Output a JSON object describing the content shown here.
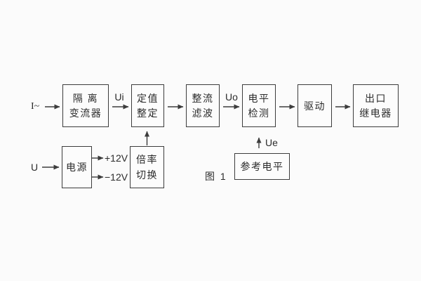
{
  "figure": {
    "caption": "图 1",
    "background_color": "#fbfbfb",
    "line_color": "#3c3c3c",
    "text_color": "#2b2b2b"
  },
  "signals": {
    "input_current": "I~",
    "input_voltage": "U",
    "ui": "Ui",
    "uo": "Uo",
    "ue": "Ue",
    "rail_positive": "+12V",
    "rail_negative": "−12V"
  },
  "blocks": {
    "isolation": {
      "line1": "隔 离",
      "line2": "变流器"
    },
    "setting": {
      "line1": "定值",
      "line2": "整定"
    },
    "rectify": {
      "line1": "整流",
      "line2": "滤波"
    },
    "level": {
      "line1": "电平",
      "line2": "检测"
    },
    "drive": {
      "line1": "驱动"
    },
    "output": {
      "line1": "出口",
      "line2": "继电器"
    },
    "power": {
      "line1": "电源"
    },
    "ratio": {
      "line1": "倍率",
      "line2": "切换"
    },
    "reference": {
      "line1": "参考电平"
    }
  }
}
